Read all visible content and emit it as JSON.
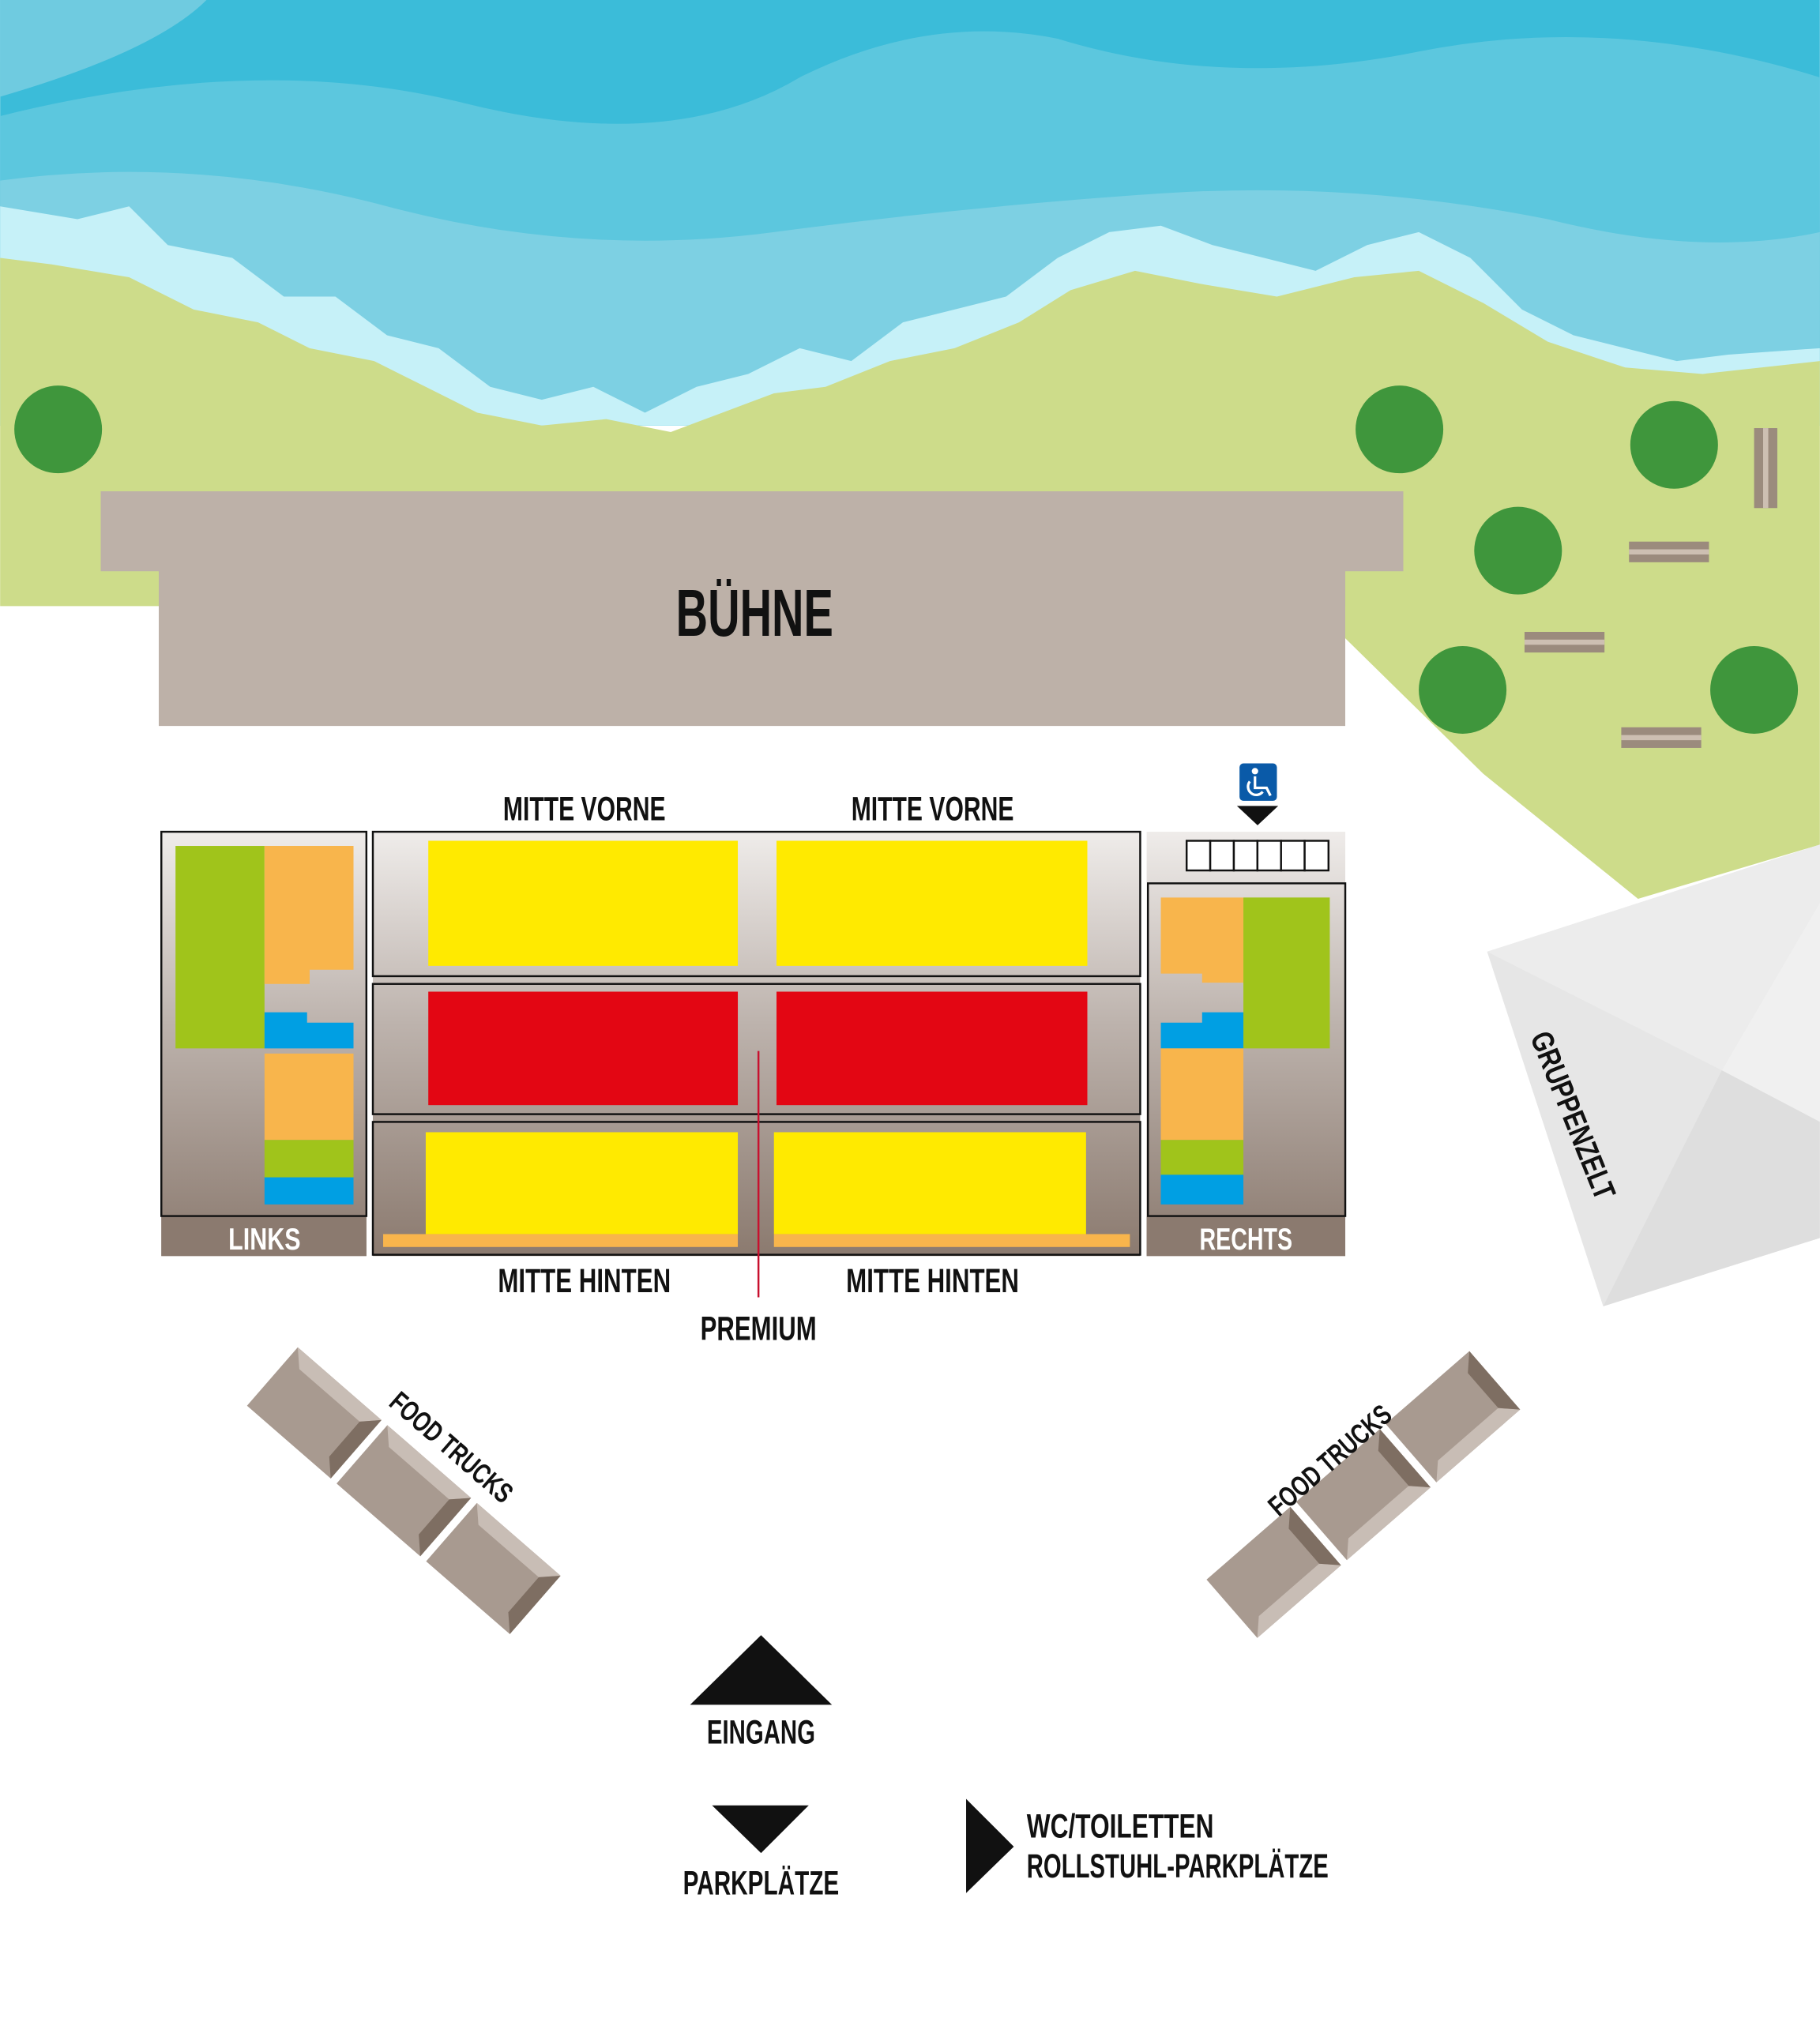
{
  "stage": {
    "label": "BÜHNE"
  },
  "sections": {
    "front_left": "MITTE VORNE",
    "front_right": "MITTE VORNE",
    "back_left": "MITTE HINTEN",
    "back_right": "MITTE HINTEN",
    "left": "LINKS",
    "right": "RECHTS",
    "premium": "PREMIUM"
  },
  "areas": {
    "group_tent": "GRUPPENZELT",
    "food_trucks_left": "FOOD TRUCKS",
    "food_trucks_right": "FOOD TRUCKS"
  },
  "legend": {
    "entrance": "EINGANG",
    "parking": "PARKPLÄTZE",
    "toilets": "WC/TOILETTEN",
    "wheelchair_parking": "ROLLSTUHL-PARKPLÄTZE"
  },
  "icons": [
    "wheelchair-icon",
    "arrow-down-icon",
    "arrow-up-icon",
    "arrow-right-icon",
    "tree-icon",
    "bench-icon"
  ],
  "colors": {
    "water_dark": "#3bbcd9",
    "water": "#5cc7de",
    "water_light": "#7dd0e3",
    "foam": "#c6f1f8",
    "grass": "#cddc8a",
    "tree": "#3f963c",
    "stage": "#bdb1a8",
    "yellow": "#ffea00",
    "red": "#e30613",
    "orange": "#f8b54c",
    "green": "#a0c41b",
    "blue": "#009fe3",
    "wheelchair": "#0a5aa8"
  }
}
